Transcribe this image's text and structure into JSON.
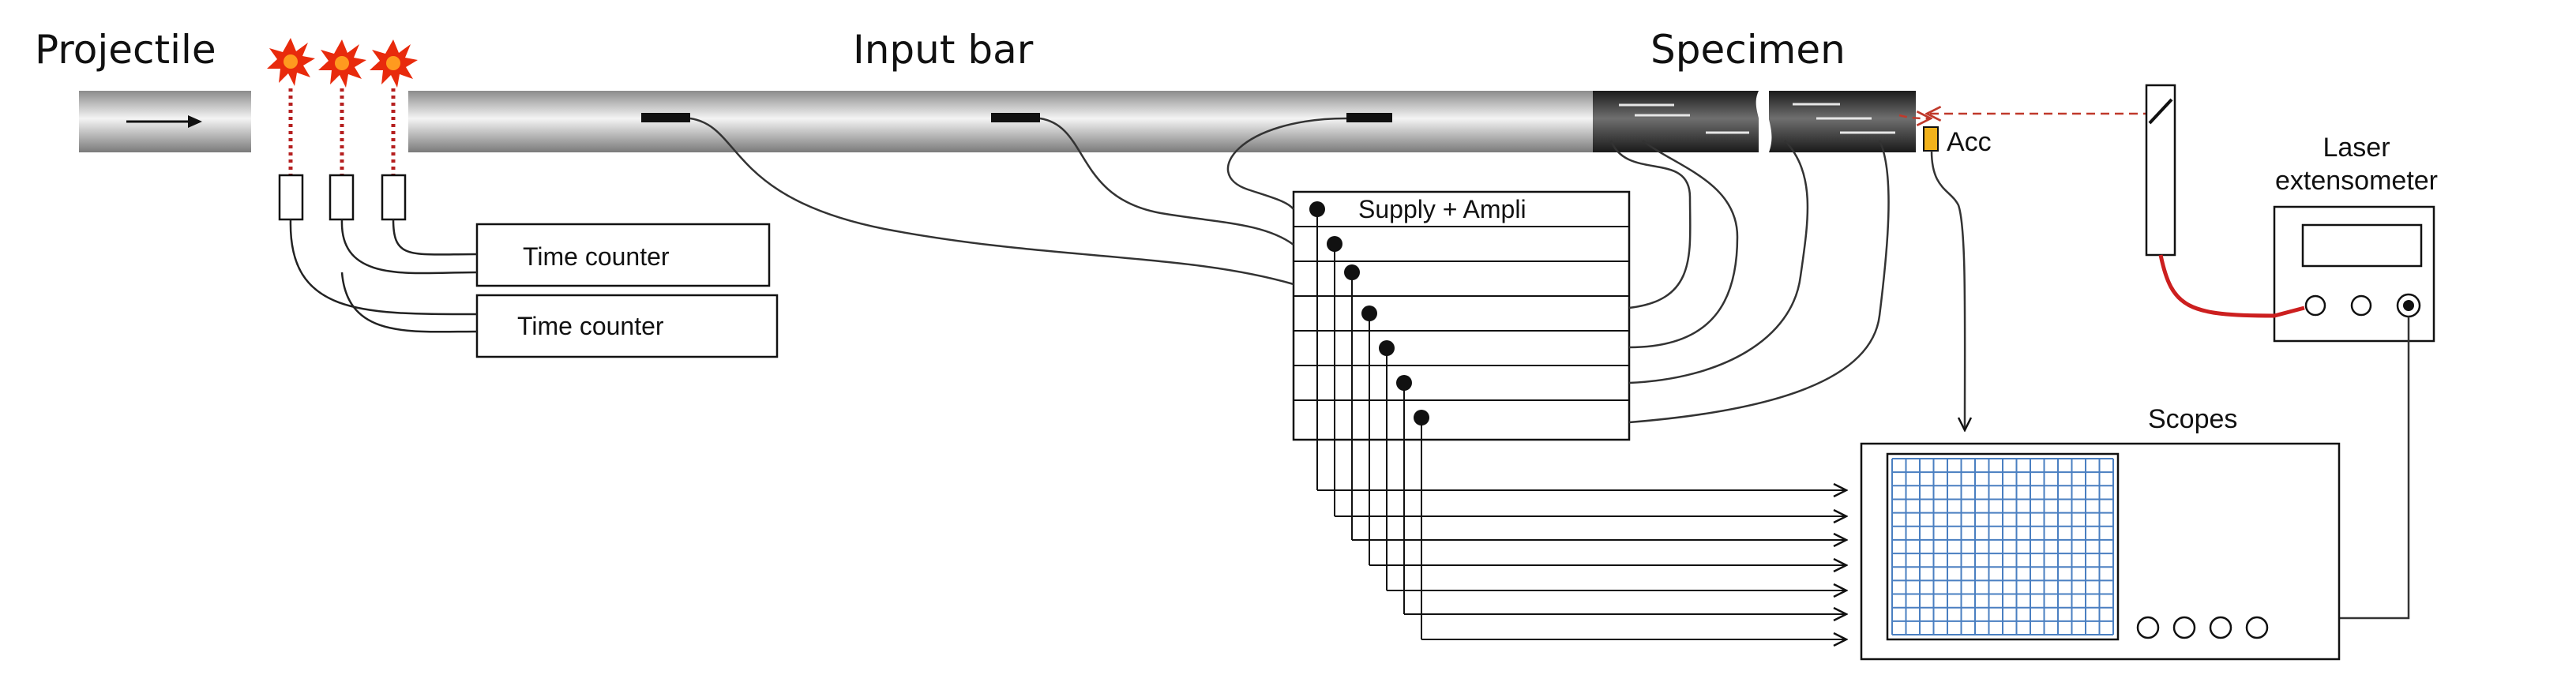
{
  "labels": {
    "projectile": "Projectile",
    "input_bar": "Input bar",
    "specimen": "Specimen",
    "acc": "Acc",
    "laser_line1": "Laser",
    "laser_line2": "extensometer",
    "supply_ampli": "Supply + Ampli",
    "time_counter_1": "Time counter",
    "time_counter_2": "Time counter",
    "scopes": "Scopes"
  },
  "icons": {
    "projectile_arrow": "arrow-right-icon",
    "flash": "explosion-flash-icon",
    "gauge": "strain-gauge-icon",
    "knob": "knob-icon"
  },
  "colors": {
    "bar_dark": "#8c8c8c",
    "bar_light": "#f2f2f2",
    "specimen_dark": "#2a2a2a",
    "flash_red": "#e82a0c",
    "flash_orange": "#ff9a1f",
    "laser_dash": "#c0392b",
    "laser_cable": "#cc1f1f",
    "grid_blue": "#4a7fc1",
    "acc_yellow": "#f2b21b"
  }
}
